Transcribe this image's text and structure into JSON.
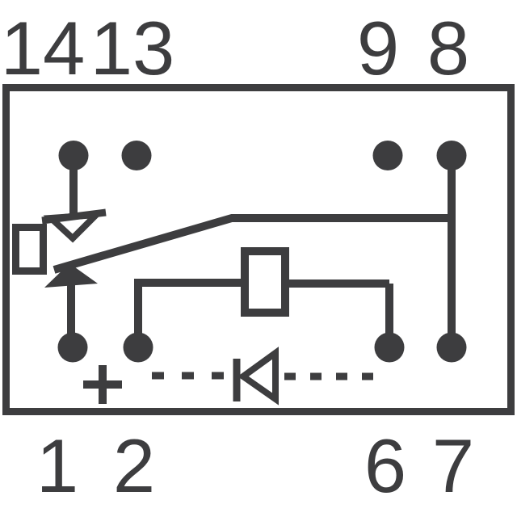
{
  "canvas": {
    "background": "#ffffff",
    "ink": "#3d3d3f"
  },
  "pin_labels": {
    "top": [
      "14",
      "13",
      "9",
      "8"
    ],
    "bottom": [
      "1",
      "2",
      "6",
      "7"
    ]
  },
  "symbols": {
    "polarity": "+"
  }
}
